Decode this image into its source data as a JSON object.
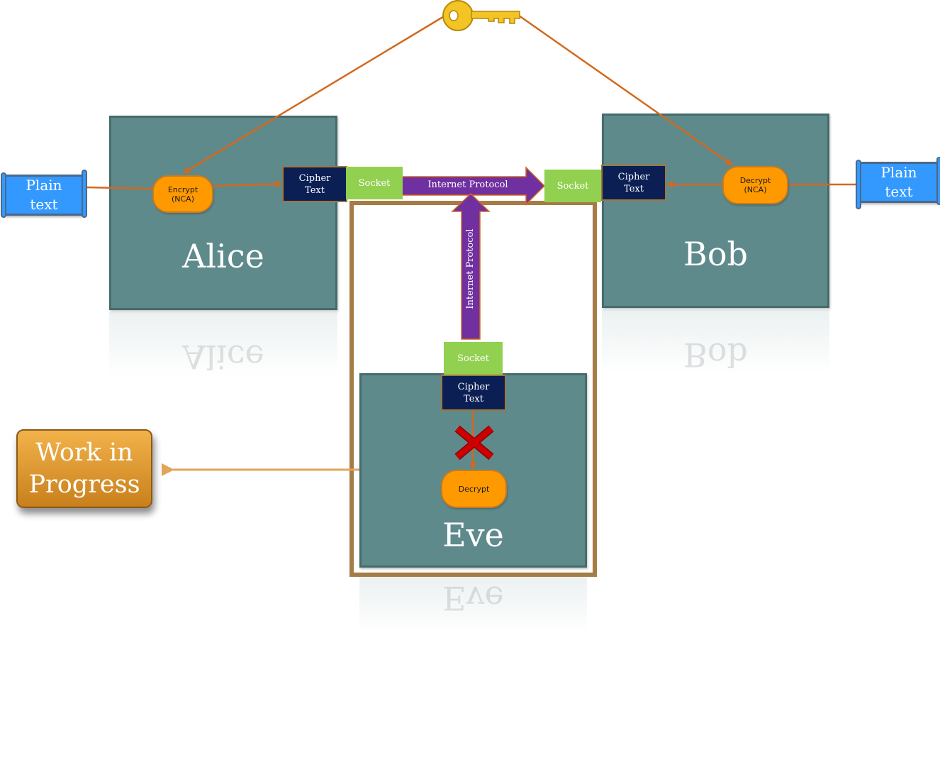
{
  "alice": {
    "name": "Alice",
    "encrypt": "Encrypt\n(NCA)",
    "cipher": "Cipher\nText",
    "socket": "Socket",
    "plaintext": "Plain\ntext"
  },
  "bob": {
    "name": "Bob",
    "decrypt": "Decrypt\n(NCA)",
    "cipher": "Cipher\nText",
    "socket": "Socket",
    "plaintext": "Plain\ntext"
  },
  "eve": {
    "name": "Eve",
    "decrypt": "Decrypt",
    "cipher": "Cipher\nText",
    "socket": "Socket"
  },
  "channel": {
    "horizontal_label": "Internet Protocol",
    "vertical_label": "Internet Protocol"
  },
  "status": {
    "label": "Work in\nProgress"
  },
  "icons": {
    "key": "key-icon",
    "blocked": "cross-icon"
  },
  "colors": {
    "party": "#5f8a8b",
    "cipher": "#0b1f55",
    "socket": "#92d050",
    "operation": "#ff9900",
    "plaintext": "#3399ff",
    "protocol_arrow": "#7030a0",
    "key_line": "#d2691e",
    "eve_frame": "#a57c45",
    "blocked": "#cc0000"
  }
}
